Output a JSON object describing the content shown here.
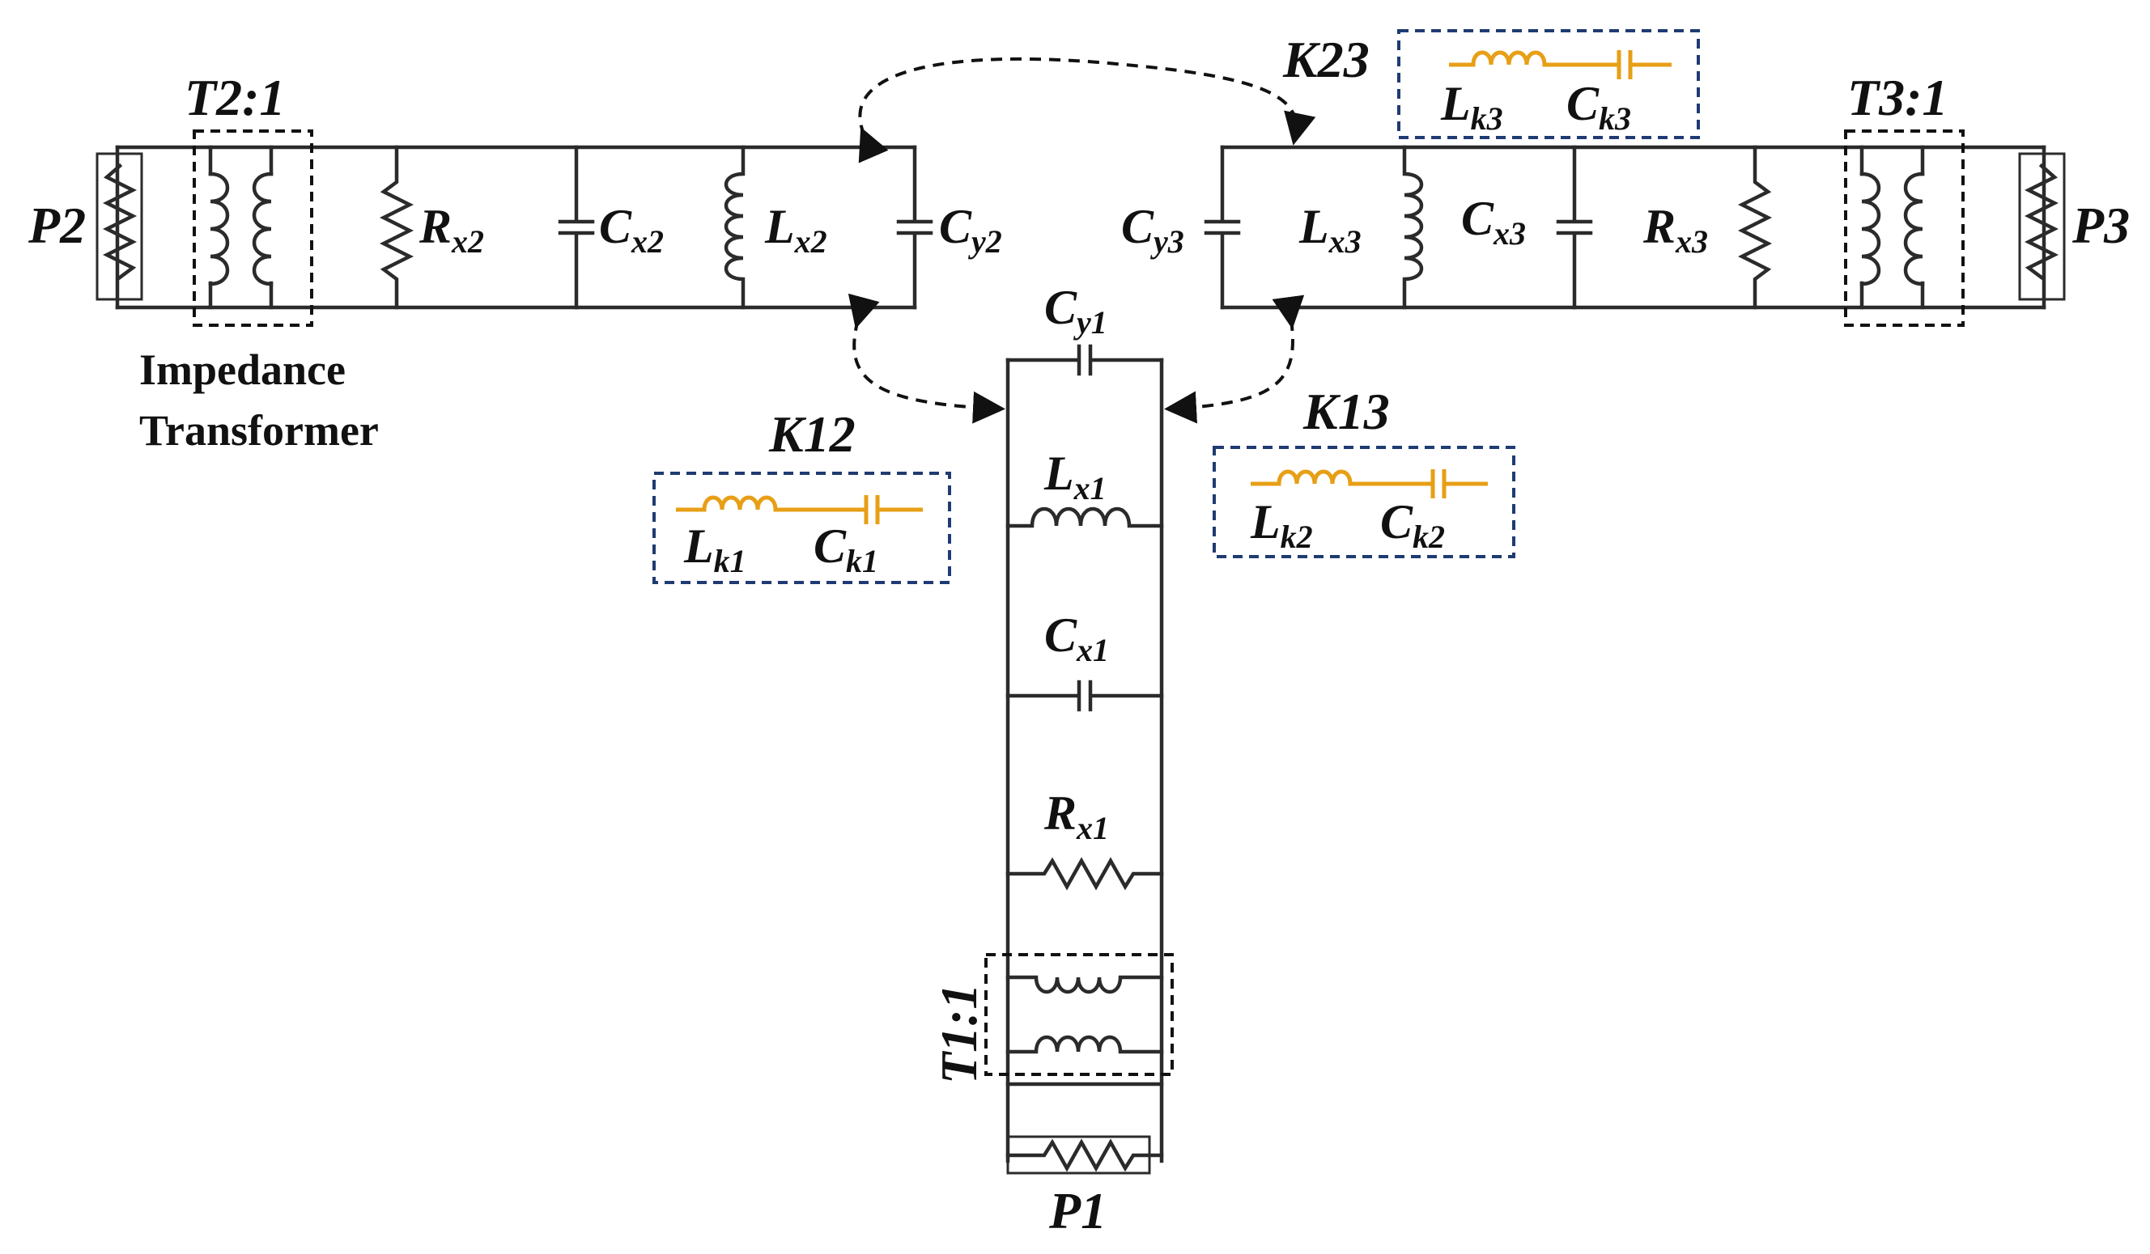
{
  "labels": {
    "P1": {
      "main": "P1"
    },
    "P2": {
      "main": "P2"
    },
    "P3": {
      "main": "P3"
    },
    "T1": "T1:1",
    "T2": "T2:1",
    "T3": "T3:1",
    "impedance": [
      "Impedance",
      "Transformer"
    ],
    "Rx2": {
      "main": "R",
      "sub": "x2"
    },
    "Cx2": {
      "main": "C",
      "sub": "x2"
    },
    "Lx2": {
      "main": "L",
      "sub": "x2"
    },
    "Cy2": {
      "main": "C",
      "sub": "y2"
    },
    "Cy3": {
      "main": "C",
      "sub": "y3"
    },
    "Lx3": {
      "main": "L",
      "sub": "x3"
    },
    "Cx3": {
      "main": "C",
      "sub": "x3"
    },
    "Rx3": {
      "main": "R",
      "sub": "x3"
    },
    "Cy1": {
      "main": "C",
      "sub": "y1"
    },
    "Lx1": {
      "main": "L",
      "sub": "x1"
    },
    "Cx1": {
      "main": "C",
      "sub": "x1"
    },
    "Rx1": {
      "main": "R",
      "sub": "x1"
    },
    "K12": "K12",
    "K13": "K13",
    "K23": "K23",
    "Lk1": {
      "main": "L",
      "sub": "k1"
    },
    "Ck1": {
      "main": "C",
      "sub": "k1"
    },
    "Lk2": {
      "main": "L",
      "sub": "k2"
    },
    "Ck2": {
      "main": "C",
      "sub": "k2"
    },
    "Lk3": {
      "main": "L",
      "sub": "k3"
    },
    "Ck3": {
      "main": "C",
      "sub": "k3"
    }
  },
  "colors": {
    "wire": "#2b2b2b",
    "coupling": "#e79f16",
    "coupling_box": "#1f3b73"
  }
}
